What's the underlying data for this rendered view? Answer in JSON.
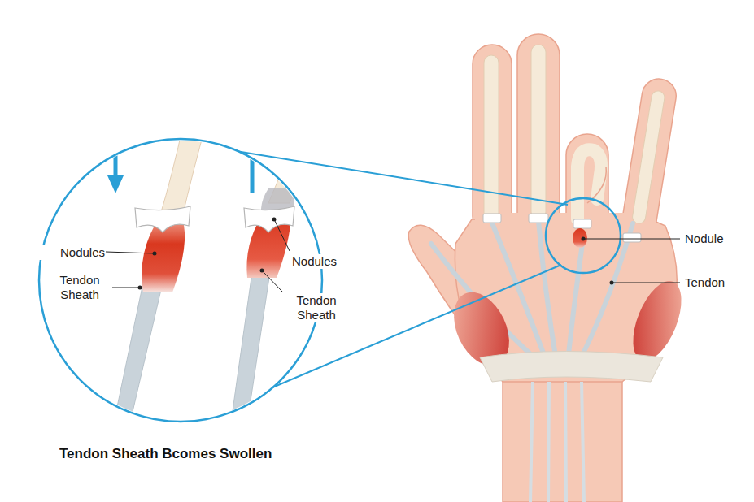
{
  "diagram": {
    "caption": "Tendon Sheath Bcomes Swollen",
    "labels": [
      "Nodules",
      "Tendon Sheath",
      "Nodules",
      "Tendon Sheath",
      "Nodule",
      "Tendon"
    ]
  }
}
